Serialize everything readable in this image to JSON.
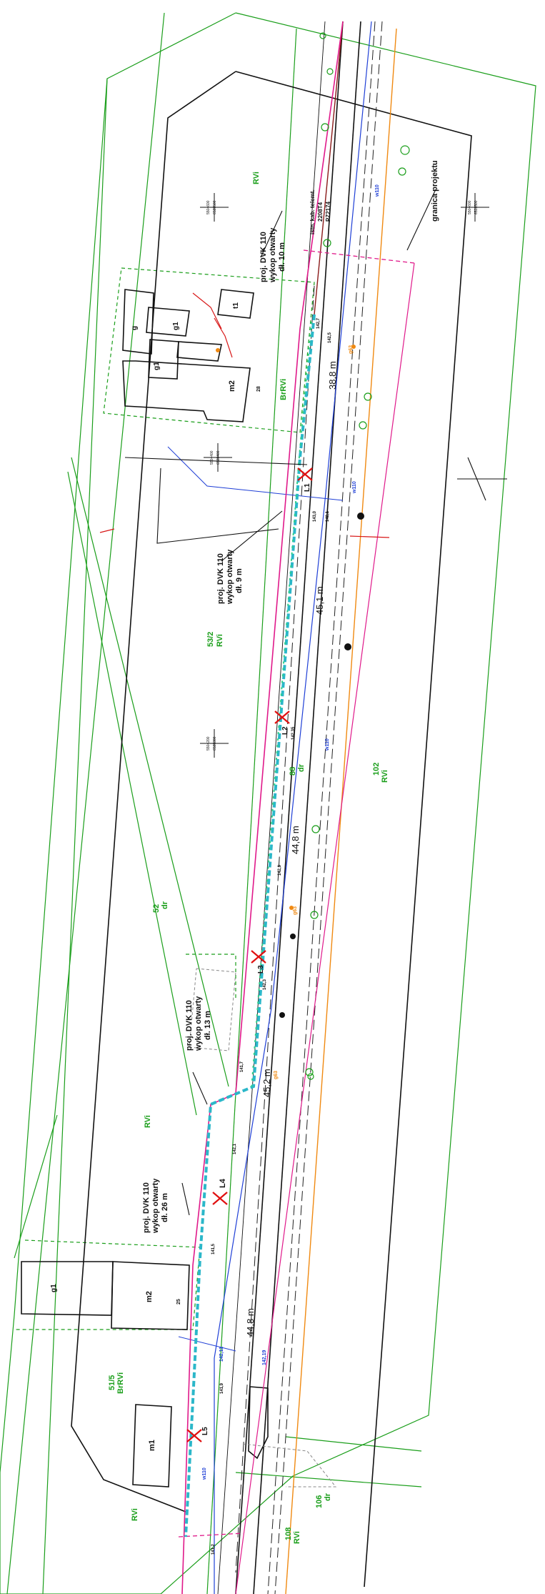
{
  "colors": {
    "parcel_boundary": "#1a9e1a",
    "building_outline": "#111111",
    "water_line": "#1f3fd6",
    "gas_line": "#f08a12",
    "trench": "#2bb7c9",
    "fiber": "#e0198a",
    "existing_cable": "#8a1a1a",
    "wells": "#e01010"
  },
  "parcels": {
    "p_top_rvi": "RVi",
    "p_532": "53/2",
    "p_532_class": "RVi",
    "p_52": "52",
    "p_52_class": "dr",
    "p_rvi_mid": "RVi",
    "p_515": "51/5",
    "p_515_class": "BrRVi",
    "p_rvi_bottom": "RVi",
    "p_102": "102",
    "p_102_class": "RVi",
    "p_88": "88",
    "p_88_class": "dr",
    "p_brrvi_top": "BrRVi",
    "p_106": "106",
    "p_106_class": "dr",
    "p_108": "108",
    "p_108_class": "RVi"
  },
  "buildings": {
    "g1_top": "g1",
    "g_top": "g",
    "g1_top_b": "g1",
    "t1": "t1",
    "m2_top": "m2",
    "num_28": "28",
    "g1_bottom": "g1",
    "m2_bottom": "m2",
    "num_25": "25",
    "m1": "m1"
  },
  "annotations": {
    "a1": {
      "l1": "proj. DVK 110",
      "l2": "wykop otwarty",
      "l3": "dł. 10 m"
    },
    "a2": {
      "l1": "proj. DVK 110",
      "l2": "wykop otwarty",
      "l3": "dł. 9 m"
    },
    "a3": {
      "l1": "proj. DVK 110",
      "l2": "wykop otwarty",
      "l3": "dł. 13 m"
    },
    "a4": {
      "l1": "proj. DVK 110",
      "l2": "wykop otwarty",
      "l3": "dł. 26 m"
    },
    "granica": "granica projektu",
    "kabel": "istn. kab. telemt.",
    "kabel_num_a": "2208T4",
    "kabel_num_b": "PZ2174"
  },
  "wells": [
    "L1",
    "L2",
    "L3",
    "L4",
    "L5"
  ],
  "distances": [
    "38,8 m",
    "45,1 m",
    "44,8 m",
    "45,2 m",
    "44,8 m"
  ],
  "heights": {
    "h1": "142,7",
    "h2": "142,5",
    "h3": "143,0",
    "h4": "142,1",
    "h5": "142,35",
    "h6": "142,9",
    "h7": "142,3",
    "h8": "141,7",
    "h9": "142,1",
    "h10": "141,5",
    "h11": "141,9",
    "h12": "141,2"
  },
  "utility_labels": {
    "w1": "w110",
    "w2": "w110",
    "w3": "w110",
    "w4": "w110",
    "g1": "g63",
    "g2": "g63",
    "g3": "g63",
    "wnum1": "142,11",
    "wnum2": "142,19"
  },
  "coords": {
    "c1": "5504600",
    "c1b": "6528500",
    "c2": "5504600",
    "c2b": "6528500",
    "c3": "5504400",
    "c3b": "6528400",
    "c4": "5504200",
    "c4b": "6528300"
  }
}
